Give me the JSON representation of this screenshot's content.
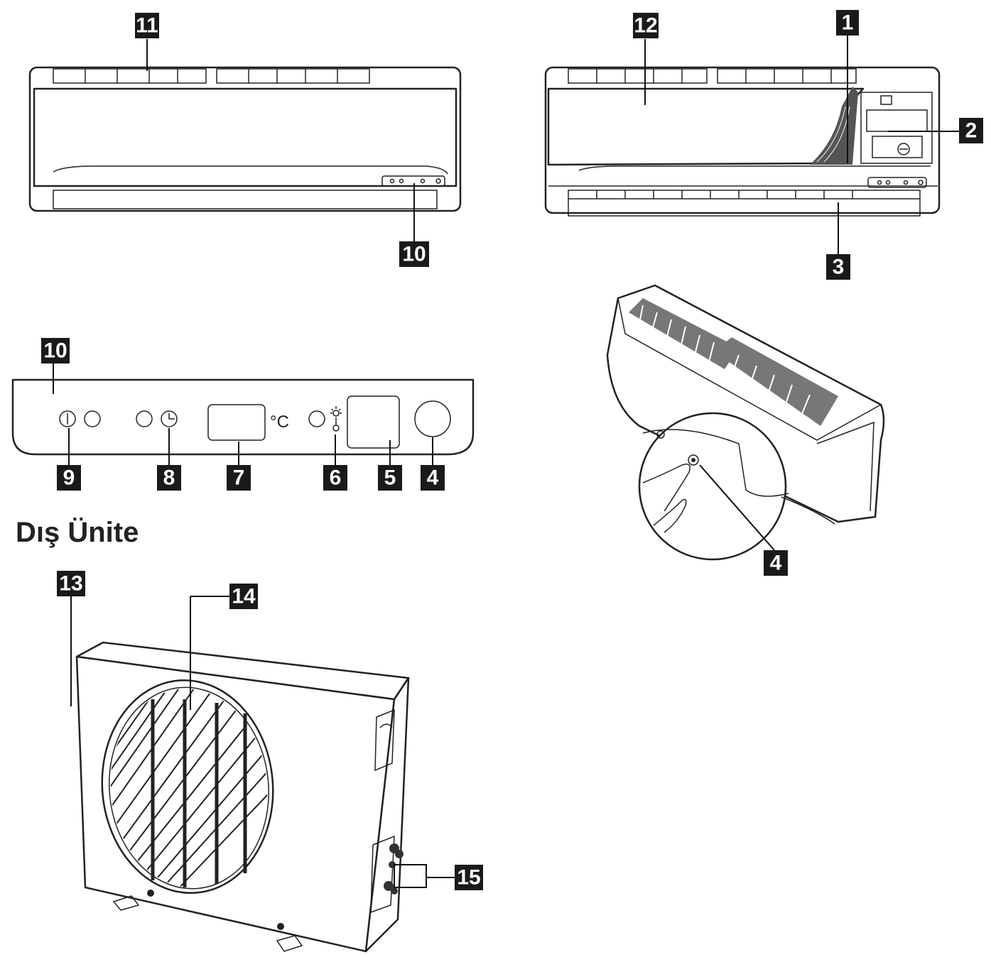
{
  "outdoor_section_title": "Dış Ünite",
  "temperature_unit": "°C",
  "callouts": {
    "c1": "1",
    "c2": "2",
    "c3": "3",
    "c4_panel": "4",
    "c4_closeup": "4",
    "c5": "5",
    "c6": "6",
    "c7": "7",
    "c8": "8",
    "c9": "9",
    "c10_unit": "10",
    "c10_panel": "10",
    "c11": "11",
    "c12": "12",
    "c13": "13",
    "c14": "14",
    "c15": "15"
  }
}
